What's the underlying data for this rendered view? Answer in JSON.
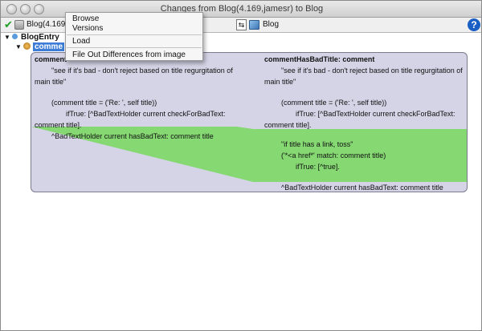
{
  "window": {
    "title": "Changes from Blog(4.169,jamesr) to Blog"
  },
  "toolbar": {
    "left_label": "Blog(4.169",
    "right_label": "Blog",
    "help_label": "?"
  },
  "icons": {
    "check": "check-icon",
    "left_package": "package-icon",
    "diff": "diff-icon",
    "right_package": "cube-icon",
    "help": "help-icon"
  },
  "tree": {
    "root": "BlogEntry",
    "selected": "comme"
  },
  "menu": {
    "items": [
      "Browse",
      "Versions",
      "Load",
      "File Out Differences from image"
    ]
  },
  "diff": {
    "left_lines": [
      "comment",
      "\"see if it's bad - don't reject based on title regurgitation of",
      "main title\"",
      "(comment title = ('Re: ', self title))",
      "ifTrue: [^BadTextHolder current checkForBadText:",
      "comment title].",
      "^BadTextHolder current hasBadText: comment title"
    ],
    "right_lines": [
      "commentHasBadTitle: comment",
      "\"see if it's bad - don't reject based on title regurgitation of",
      "main title\"",
      "(comment title = ('Re: ', self title))",
      "ifTrue: [^BadTextHolder current checkForBadText:",
      "comment title].",
      "\"if title has a link, toss\"",
      "('*<a href*' match: comment title)",
      "ifTrue: [^true].",
      "^BadTextHolder current hasBadText: comment title"
    ],
    "colors": {
      "panel": "#d4d4e6",
      "insert": "#86d873"
    }
  }
}
